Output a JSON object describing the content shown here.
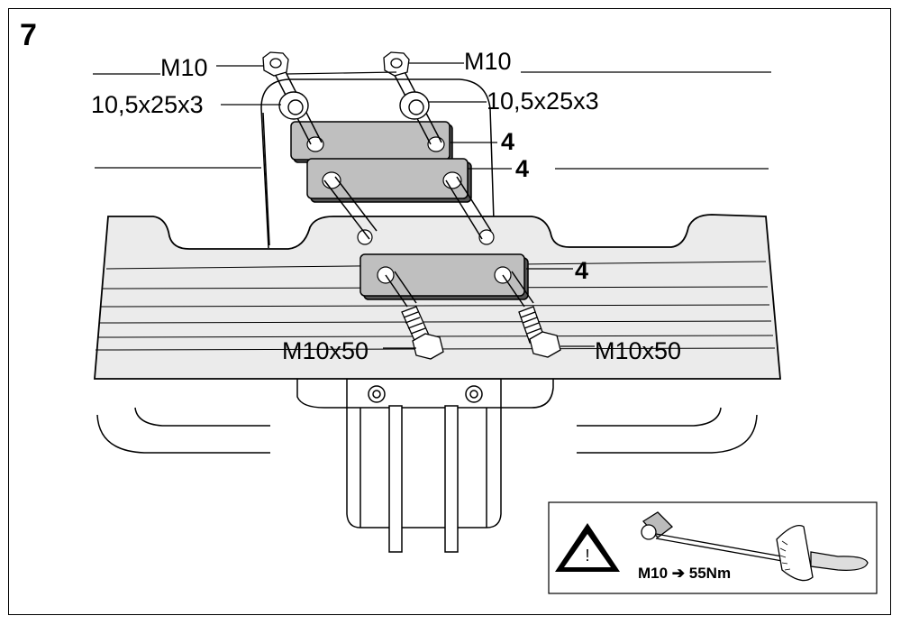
{
  "step": "7",
  "labels": {
    "nut_left": "M10",
    "nut_right": "M10",
    "washer_left": "10,5x25x3",
    "washer_right": "10,5x25x3",
    "plate_top": "4",
    "plate_mid": "4",
    "plate_bottom": "4",
    "bolt_left": "M10x50",
    "bolt_right": "M10x50"
  },
  "torque": {
    "warning_symbol": "!",
    "spec": "M10 ➔ 55Nm"
  },
  "icons": [
    "nut-icon",
    "washer-icon",
    "bolt-icon",
    "warning-icon",
    "torque-wrench-icon"
  ]
}
